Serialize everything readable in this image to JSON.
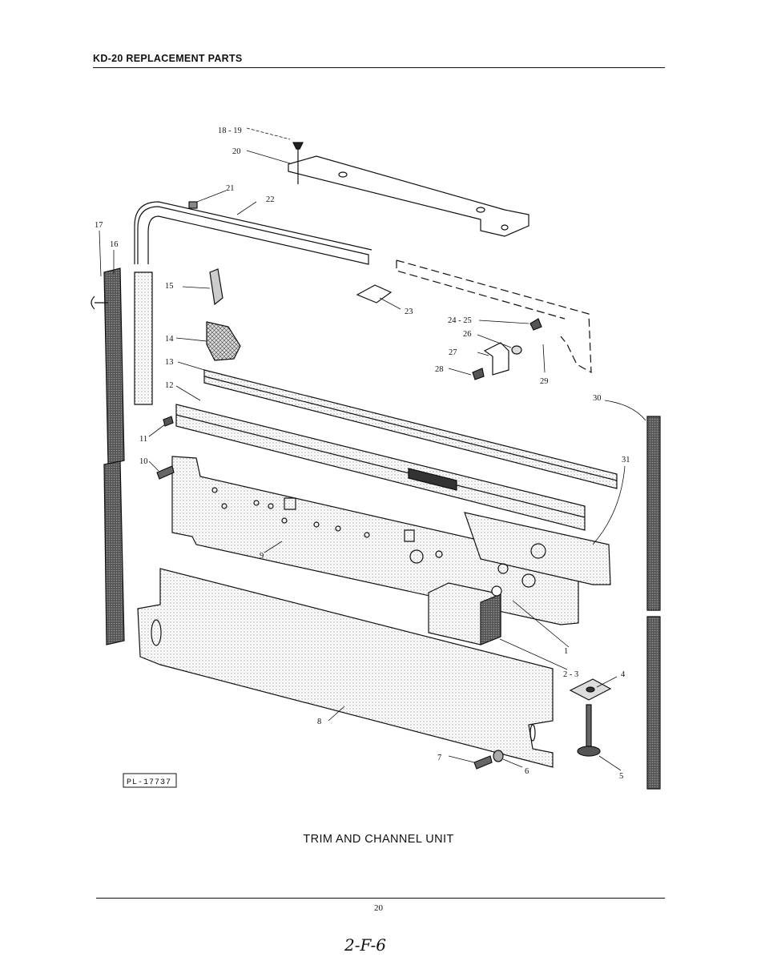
{
  "header": {
    "title": "KD-20 REPLACEMENT PARTS"
  },
  "figure": {
    "caption": "TRIM AND CHANNEL UNIT",
    "reference_code": "PL-17737",
    "callouts": {
      "c18_19": "18 - 19",
      "c20": "20",
      "c21": "21",
      "c22": "22",
      "c17": "17",
      "c16": "16",
      "c15": "15",
      "c23": "23",
      "c24_25": "24 - 25",
      "c26": "26",
      "c27": "27",
      "c28": "28",
      "c29": "29",
      "c14": "14",
      "c13": "13",
      "c12": "12",
      "c30": "30",
      "c11": "11",
      "c10": "10",
      "c31": "31",
      "c9": "9",
      "c1": "1",
      "c2_3": "2 - 3",
      "c4": "4",
      "c8": "8",
      "c7": "7",
      "c6": "6",
      "c5": "5"
    }
  },
  "footer": {
    "page_number": "20",
    "handwritten_note": "2-F-6"
  }
}
